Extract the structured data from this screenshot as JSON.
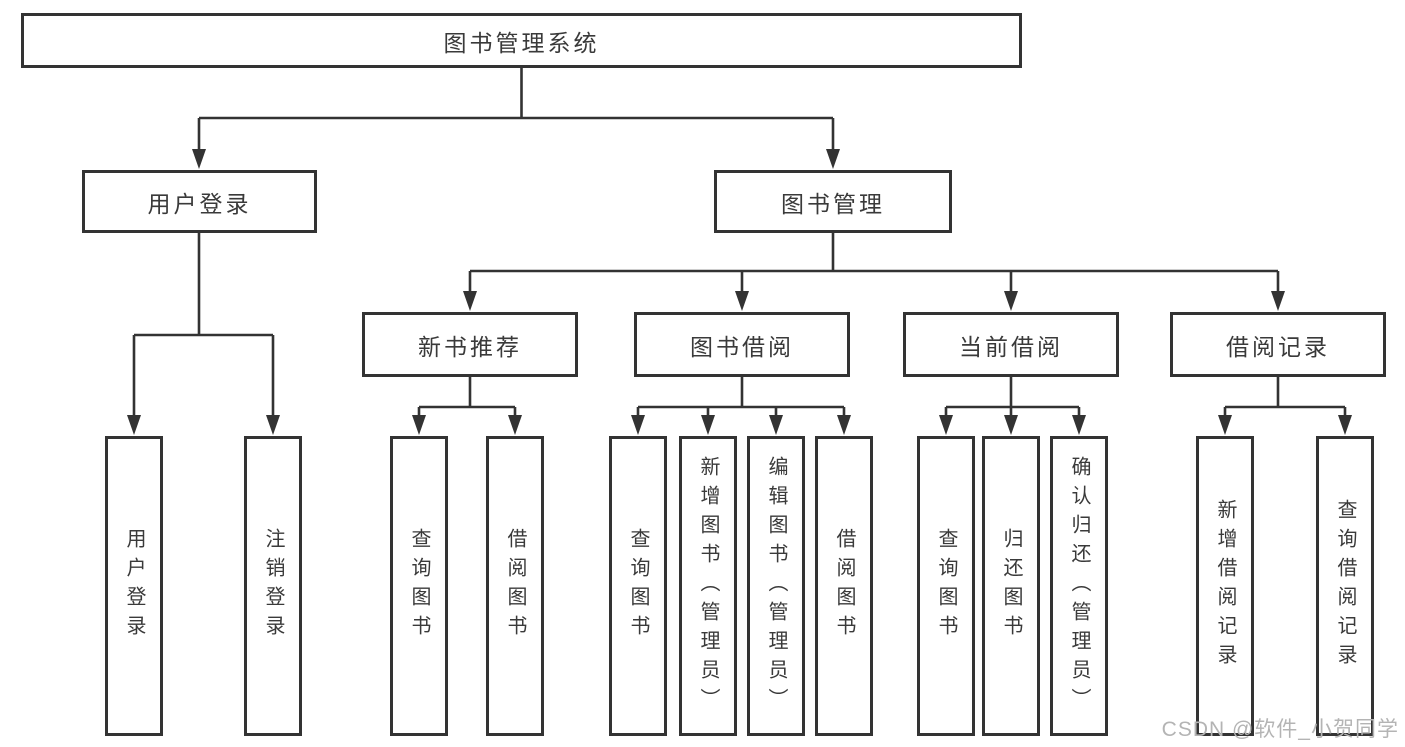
{
  "diagram": {
    "type": "tree",
    "title": "图书管理系统",
    "colors": {
      "line": "#333333",
      "text": "#3a3a3a",
      "background": "#ffffff",
      "watermark": "#b4b4b4"
    },
    "root": {
      "label": "图书管理系统"
    },
    "level2": [
      {
        "label": "用户登录",
        "parent": "图书管理系统"
      },
      {
        "label": "图书管理",
        "parent": "图书管理系统"
      }
    ],
    "level3": [
      {
        "label": "新书推荐",
        "parent": "图书管理"
      },
      {
        "label": "图书借阅",
        "parent": "图书管理"
      },
      {
        "label": "当前借阅",
        "parent": "图书管理"
      },
      {
        "label": "借阅记录",
        "parent": "图书管理"
      }
    ],
    "leaves": [
      {
        "label": "用户登录",
        "parent": "用户登录"
      },
      {
        "label": "注销登录",
        "parent": "用户登录"
      },
      {
        "label": "查询图书",
        "parent": "新书推荐"
      },
      {
        "label": "借阅图书",
        "parent": "新书推荐"
      },
      {
        "label": "查询图书",
        "parent": "图书借阅"
      },
      {
        "label": "新增图书（管理员）",
        "parent": "图书借阅"
      },
      {
        "label": "编辑图书（管理员）",
        "parent": "图书借阅"
      },
      {
        "label": "借阅图书",
        "parent": "图书借阅"
      },
      {
        "label": "查询图书",
        "parent": "当前借阅"
      },
      {
        "label": "归还图书",
        "parent": "当前借阅"
      },
      {
        "label": "确认归还（管理员）",
        "parent": "当前借阅"
      },
      {
        "label": "新增借阅记录",
        "parent": "借阅记录"
      },
      {
        "label": "查询借阅记录",
        "parent": "借阅记录"
      }
    ],
    "watermark": "CSDN @软件_小贺同学"
  }
}
